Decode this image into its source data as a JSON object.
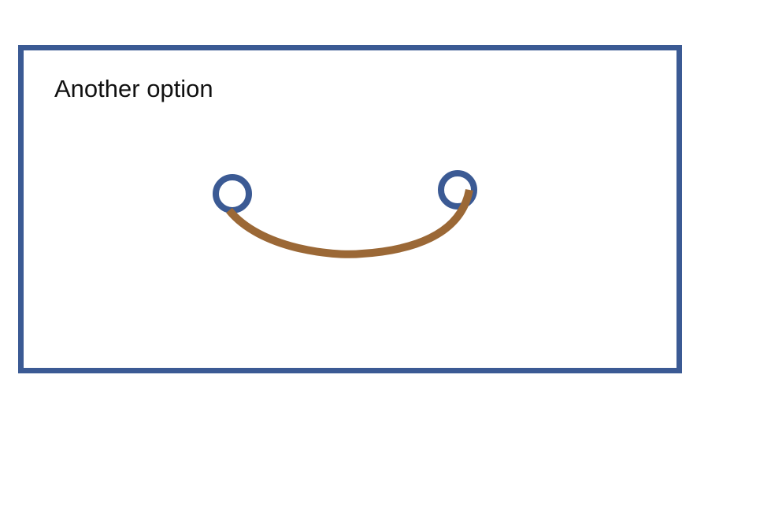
{
  "title": "Another option",
  "colors": {
    "frame": "#3b5a94",
    "ring": "#3b5a94",
    "arc": "#9b6836",
    "background": "#ffffff",
    "text": "#111111"
  },
  "shapes": {
    "left_ring": "circle-outline",
    "right_ring": "circle-outline",
    "connector": "curved-arc"
  }
}
